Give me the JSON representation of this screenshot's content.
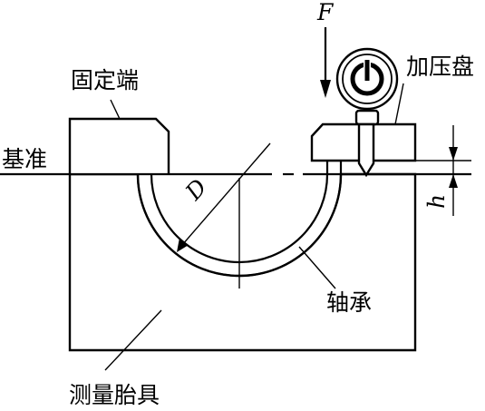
{
  "labels": {
    "fixed_end": "固定端",
    "reference": "基准",
    "pressure_plate": "加压盘",
    "bearing": "轴承",
    "fixture": "测量胎具"
  },
  "symbols": {
    "force": "F",
    "diameter": "D",
    "height": "h"
  }
}
